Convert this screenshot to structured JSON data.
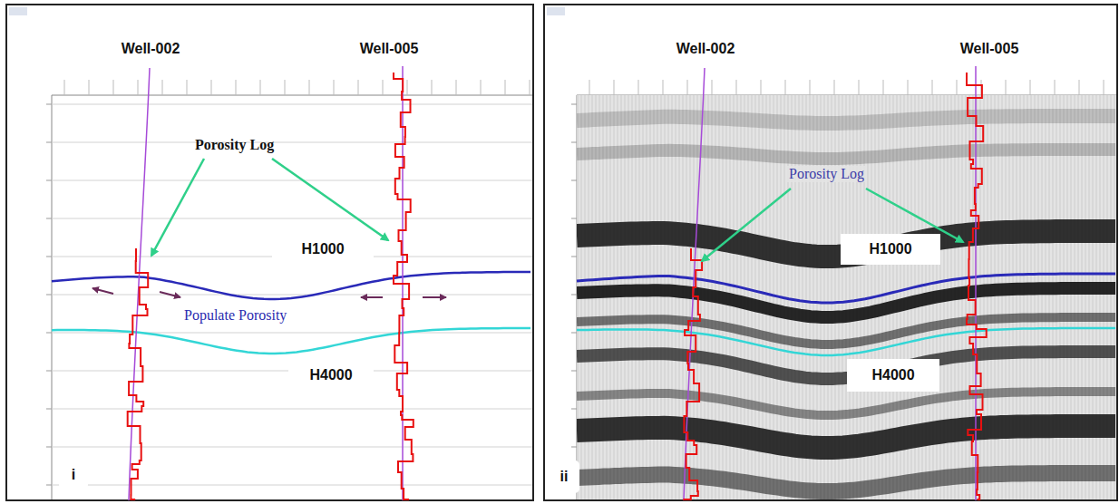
{
  "diagram": {
    "nodes": [
      {
        "text": [
          "Well-002"
        ]
      },
      {
        "text": [
          "Well-005"
        ]
      },
      {
        "text": [
          "H1000"
        ]
      },
      {
        "text": [
          "H4000"
        ]
      },
      {
        "text": [
          "i"
        ]
      },
      {
        "text": [
          "Well-002"
        ]
      },
      {
        "text": [
          "Well-005"
        ]
      },
      {
        "text": [
          "H1000"
        ]
      },
      {
        "text": [
          "H4000"
        ]
      },
      {
        "text": [
          "ii"
        ]
      }
    ],
    "labels": [
      "Porosity Log",
      "Populate Porosity",
      "Porosity Log"
    ]
  }
}
